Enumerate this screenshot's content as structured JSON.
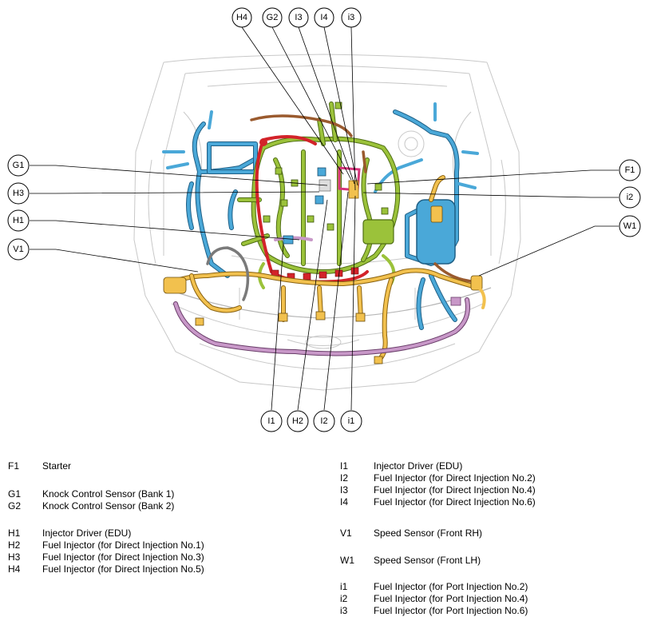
{
  "colors": {
    "blue_wire": "#4aa8d8",
    "green_wire": "#9bc23a",
    "orange_wire": "#f2c14e",
    "red_wire": "#d3232a",
    "brown_wire": "#9a5a2e",
    "pink_wire": "#c898c8",
    "grey_wire": "#7a7a7a"
  },
  "callouts": {
    "H4": "H4",
    "G2": "G2",
    "I3": "I3",
    "I4": "I4",
    "i3": "i3",
    "G1": "G1",
    "H3": "H3",
    "H1": "H1",
    "V1": "V1",
    "F1": "F1",
    "i2": "i2",
    "W1": "W1",
    "I1": "I1",
    "H2": "H2",
    "I2": "I2",
    "i1": "i1"
  },
  "legend": {
    "left": [
      {
        "code": "F1",
        "desc": "Starter"
      },
      {
        "code": "G1",
        "desc": "Knock Control Sensor (Bank 1)"
      },
      {
        "code": "G2",
        "desc": "Knock Control Sensor (Bank 2)"
      },
      {
        "code": "H1",
        "desc": "Injector Driver (EDU)"
      },
      {
        "code": "H2",
        "desc": "Fuel Injector (for Direct Injection No.1)"
      },
      {
        "code": "H3",
        "desc": "Fuel Injector (for Direct Injection No.3)"
      },
      {
        "code": "H4",
        "desc": "Fuel Injector (for Direct Injection No.5)"
      }
    ],
    "right": [
      {
        "code": "I1",
        "desc": "Injector Driver (EDU)"
      },
      {
        "code": "I2",
        "desc": "Fuel Injector (for Direct Injection No.2)"
      },
      {
        "code": "I3",
        "desc": "Fuel Injector (for Direct Injection No.4)"
      },
      {
        "code": "I4",
        "desc": "Fuel Injector (for Direct Injection No.6)"
      },
      {
        "code": "V1",
        "desc": "Speed Sensor (Front RH)"
      },
      {
        "code": "W1",
        "desc": "Speed Sensor (Front LH)"
      },
      {
        "code": "i1",
        "desc": "Fuel Injector (for Port Injection No.2)"
      },
      {
        "code": "i2",
        "desc": "Fuel Injector (for Port Injection No.4)"
      },
      {
        "code": "i3",
        "desc": "Fuel Injector (for Port Injection No.6)"
      }
    ]
  }
}
